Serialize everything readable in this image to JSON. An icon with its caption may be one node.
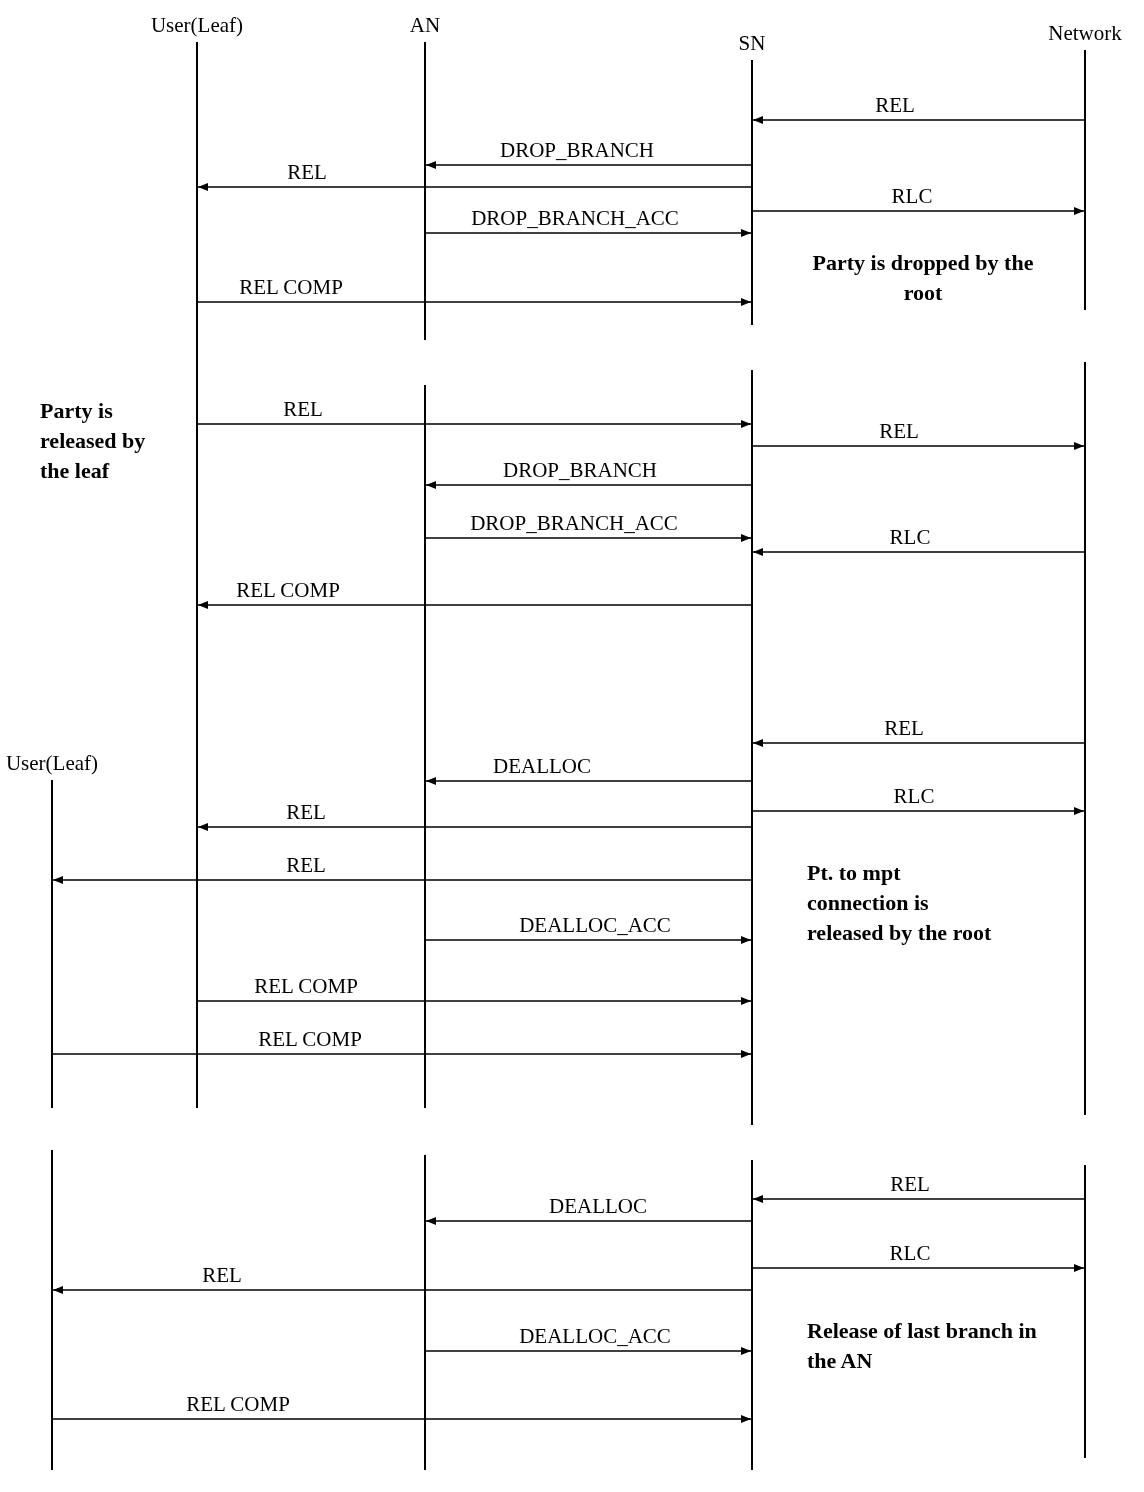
{
  "diagram": {
    "nodes": [
      {
        "text": [
          "User(Leaf)"
        ]
      },
      {
        "text": [
          "AN"
        ]
      },
      {
        "text": [
          "SN"
        ]
      },
      {
        "text": [
          "Network"
        ]
      },
      {
        "text": [],
        "shape": "bar"
      },
      {
        "text": [],
        "shape": "bar"
      },
      {
        "text": [],
        "shape": "bar"
      },
      {
        "text": [
          "User(Leaf)"
        ]
      },
      {
        "text": [],
        "shape": "bar"
      },
      {
        "text": [],
        "shape": "bar"
      },
      {
        "text": [],
        "shape": "bar"
      },
      {
        "text": [],
        "shape": "bar"
      }
    ],
    "edges": [
      {
        "from": 3,
        "to": 2,
        "arrow": "to",
        "label": "REL"
      },
      {
        "from": 2,
        "to": 1,
        "arrow": "to",
        "label": "DROP_BRANCH"
      },
      {
        "from": 2,
        "to": 0,
        "arrow": "to",
        "label": "REL"
      },
      {
        "from": 2,
        "to": 3,
        "arrow": "to",
        "label": "RLC"
      },
      {
        "from": 1,
        "to": 2,
        "arrow": "to",
        "label": "DROP_BRANCH_ACC"
      },
      {
        "from": 0,
        "to": 2,
        "arrow": "to",
        "label": "REL COMP"
      },
      {
        "from": 0,
        "to": 5,
        "arrow": "to",
        "label": "REL"
      },
      {
        "from": 5,
        "to": 6,
        "arrow": "to",
        "label": "REL"
      },
      {
        "from": 5,
        "to": 4,
        "arrow": "to",
        "label": "DROP_BRANCH"
      },
      {
        "from": 4,
        "to": 5,
        "arrow": "to",
        "label": "DROP_BRANCH_ACC"
      },
      {
        "from": 6,
        "to": 5,
        "arrow": "to",
        "label": "RLC"
      },
      {
        "from": 5,
        "to": 0,
        "arrow": "to",
        "label": "REL COMP"
      },
      {
        "from": 6,
        "to": 5,
        "arrow": "to",
        "label": "REL"
      },
      {
        "from": 5,
        "to": 4,
        "arrow": "to",
        "label": "DEALLOC"
      },
      {
        "from": 5,
        "to": 6,
        "arrow": "to",
        "label": "RLC"
      },
      {
        "from": 5,
        "to": 0,
        "arrow": "to",
        "label": "REL"
      },
      {
        "from": 5,
        "to": 7,
        "arrow": "to",
        "label": "REL"
      },
      {
        "from": 4,
        "to": 5,
        "arrow": "to",
        "label": "DEALLOC_ACC"
      },
      {
        "from": 0,
        "to": 5,
        "arrow": "to",
        "label": "REL COMP"
      },
      {
        "from": 7,
        "to": 5,
        "arrow": "to",
        "label": "REL COMP"
      },
      {
        "from": 11,
        "to": 10,
        "arrow": "to",
        "label": "REL"
      },
      {
        "from": 10,
        "to": 9,
        "arrow": "to",
        "label": "DEALLOC"
      },
      {
        "from": 10,
        "to": 11,
        "arrow": "to",
        "label": "RLC"
      },
      {
        "from": 10,
        "to": 8,
        "arrow": "to",
        "label": "REL"
      },
      {
        "from": 9,
        "to": 10,
        "arrow": "to",
        "label": "DEALLOC_ACC"
      },
      {
        "from": 8,
        "to": 10,
        "arrow": "to",
        "label": "REL COMP"
      }
    ],
    "labels": [
      "Party is dropped by the root",
      "Party is released by the leaf",
      "Pt. to mpt connection is released by the root",
      "Release of last branch in the AN"
    ]
  }
}
